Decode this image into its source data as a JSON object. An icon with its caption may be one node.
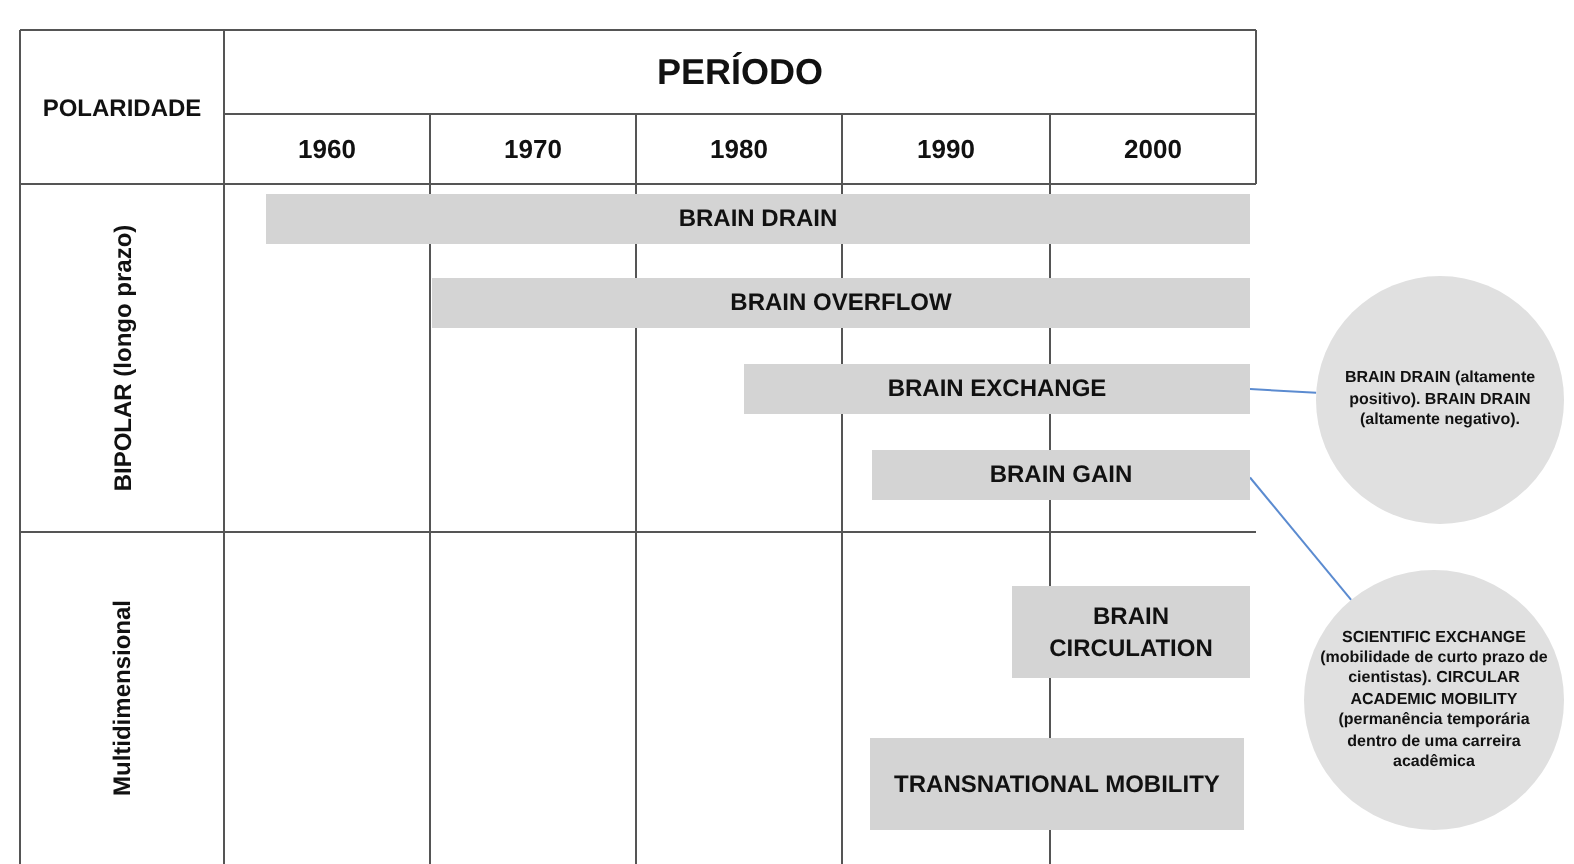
{
  "diagram": {
    "nodes": [
      {
        "text": [
          "BRAIN DRAIN"
        ]
      },
      {
        "text": [
          "BRAIN OVERFLOW"
        ]
      },
      {
        "text": [
          "BRAIN EXCHANGE"
        ]
      },
      {
        "text": [
          "BRAIN GAIN"
        ]
      },
      {
        "text": [
          "BRAIN CIRCULATION"
        ]
      },
      {
        "text": [
          "TRANSNATIONAL MOBILITY"
        ]
      },
      {
        "text": [
          "BRAIN DRAIN (altamente positivo). BRAIN DRAIN (altamente negativo)."
        ]
      },
      {
        "text": [
          "SCIENTIFIC EXCHANGE (mobilidade de curto prazo de cientistas). CIRCULAR ACADEMIC MOBILITY (permanência temporária dentro de uma carreira acadêmica"
        ]
      }
    ],
    "edges": [
      {
        "from": 2,
        "to": 6,
        "arrow": "none"
      },
      {
        "from": 3,
        "to": 7,
        "arrow": "none"
      }
    ],
    "labels": [
      "PERÍODO",
      "POLARIDADE",
      "1960",
      "1970",
      "1980",
      "1990",
      "2000",
      "BIPOLAR (longo prazo)",
      "Multidimensional"
    ]
  }
}
